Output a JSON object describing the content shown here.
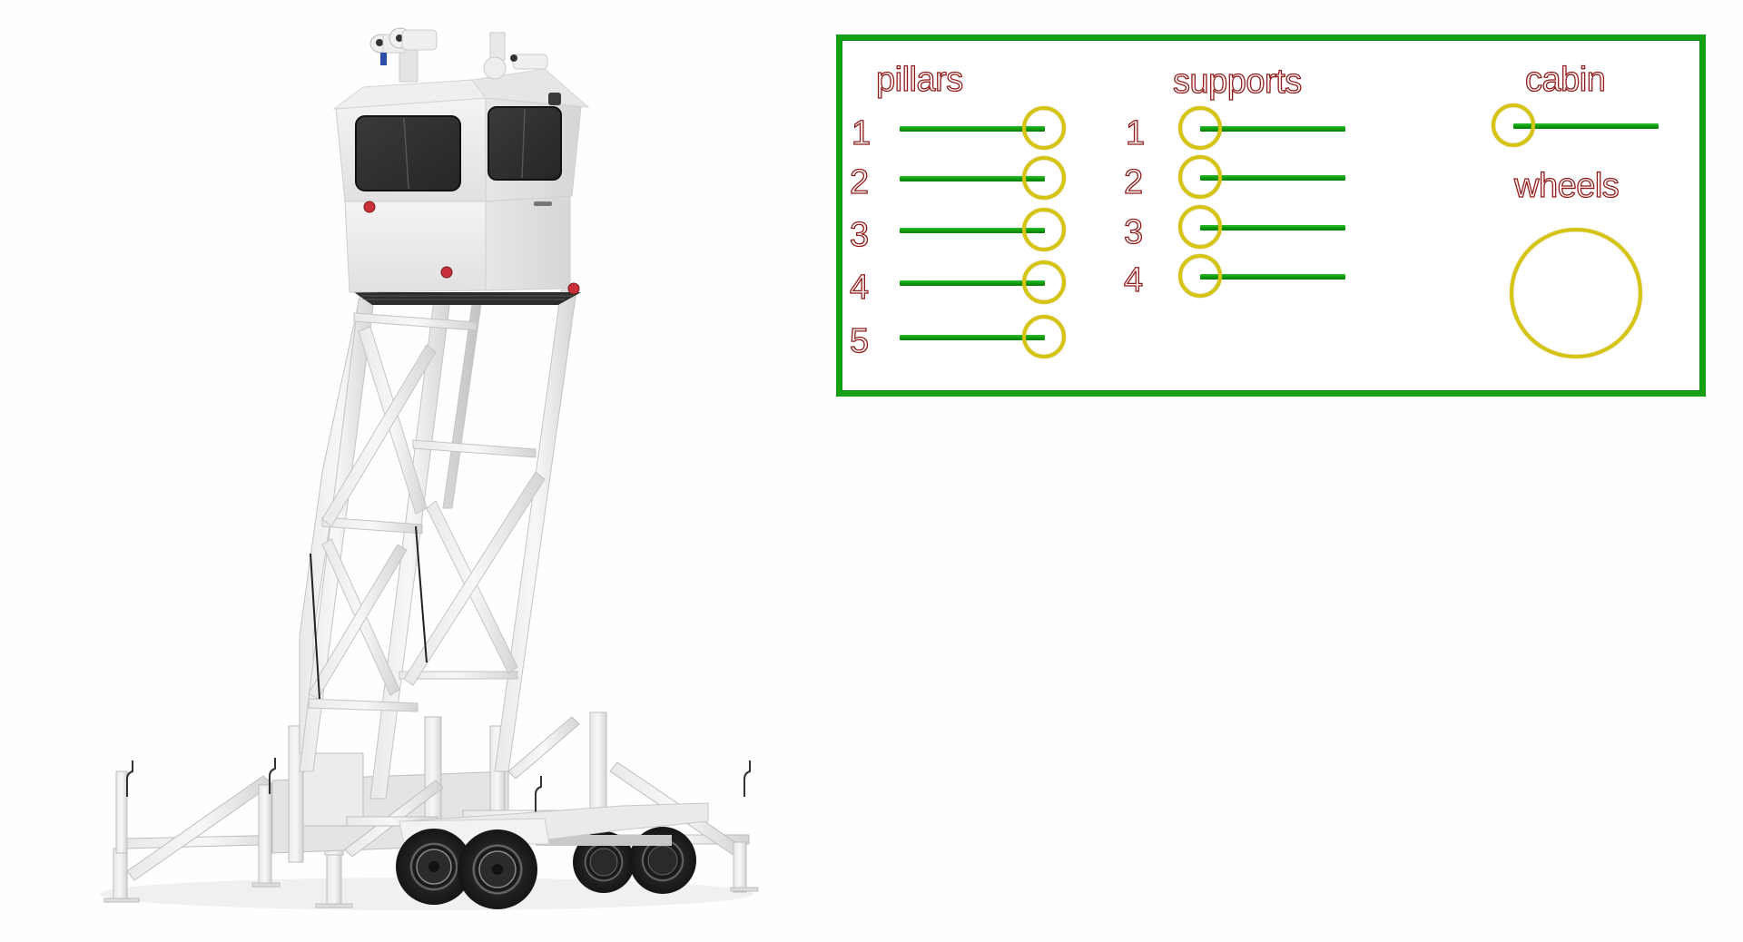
{
  "scene": {
    "model": "mobile-surveillance-tower",
    "colors": {
      "background": "#fefefe",
      "panel_border": "#14a014",
      "slider_track": "#0c930c",
      "slider_knob": "#d6c412",
      "label_stroke": "#8e1b1b"
    }
  },
  "control_panel": {
    "pillars": {
      "label": "pillars",
      "rows": [
        {
          "num": "1"
        },
        {
          "num": "2"
        },
        {
          "num": "3"
        },
        {
          "num": "4"
        },
        {
          "num": "5"
        }
      ]
    },
    "supports": {
      "label": "supports",
      "rows": [
        {
          "num": "1"
        },
        {
          "num": "2"
        },
        {
          "num": "3"
        },
        {
          "num": "4"
        }
      ]
    },
    "cabin": {
      "label": "cabin"
    },
    "wheels": {
      "label": "wheels"
    }
  }
}
